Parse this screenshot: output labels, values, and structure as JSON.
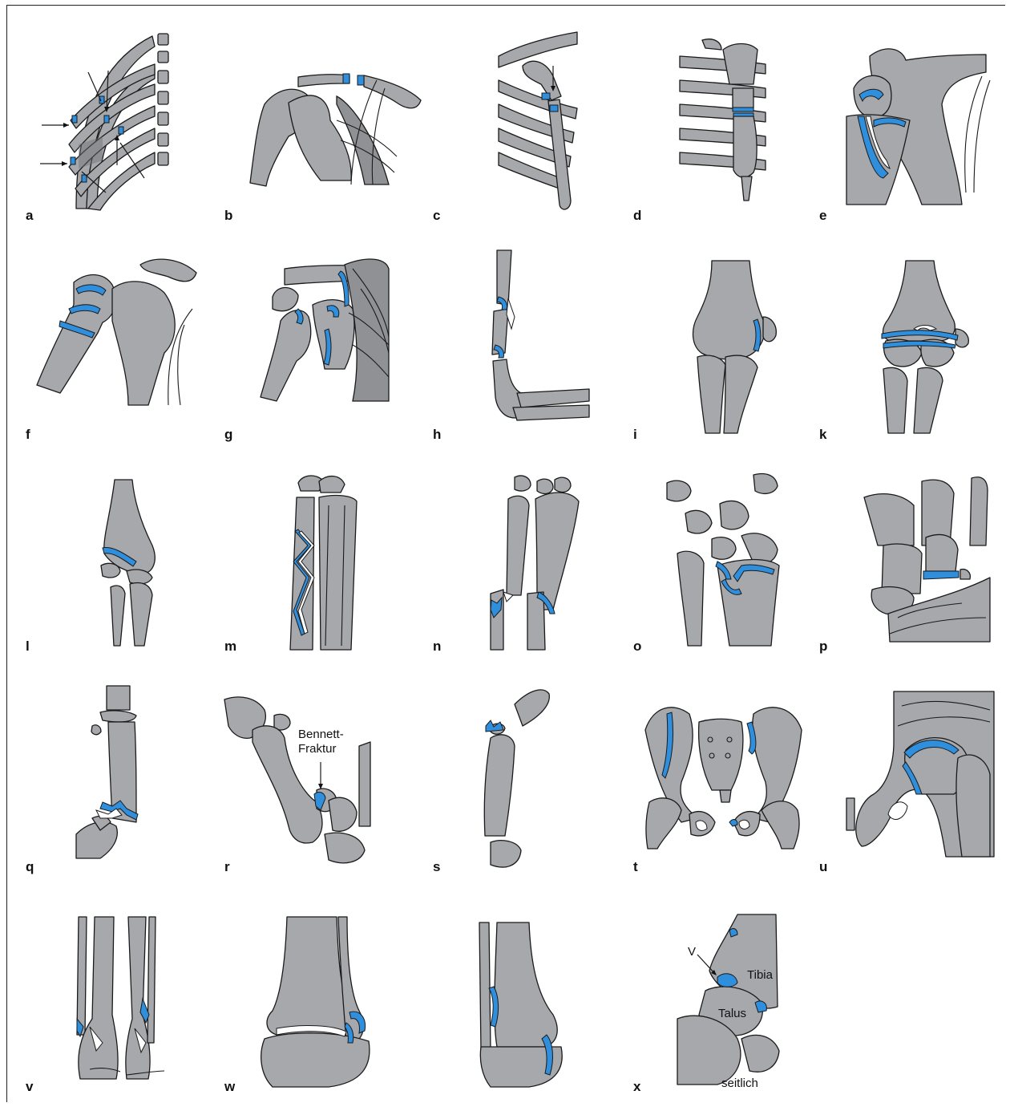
{
  "panels": [
    {
      "letter": "a"
    },
    {
      "letter": "b"
    },
    {
      "letter": "c"
    },
    {
      "letter": "d"
    },
    {
      "letter": "e"
    },
    {
      "letter": "f"
    },
    {
      "letter": "g"
    },
    {
      "letter": "h"
    },
    {
      "letter": "i"
    },
    {
      "letter": "k"
    },
    {
      "letter": "l"
    },
    {
      "letter": "m"
    },
    {
      "letter": "n"
    },
    {
      "letter": "o"
    },
    {
      "letter": "p"
    },
    {
      "letter": "q"
    },
    {
      "letter": "r"
    },
    {
      "letter": "s"
    },
    {
      "letter": "t"
    },
    {
      "letter": "u"
    },
    {
      "letter": "v"
    },
    {
      "letter": "w"
    },
    {
      "letter": "x"
    }
  ],
  "annotations": {
    "bennett_line1": "Bennett-",
    "bennett_line2": "Fraktur",
    "v_label": "V",
    "tibia": "Tibia",
    "talus": "Talus",
    "seitlich": "seitlich"
  },
  "colors": {
    "bone": "#a6a8ab",
    "fracture": "#2f8fdd",
    "outline": "#1a1a1a"
  }
}
